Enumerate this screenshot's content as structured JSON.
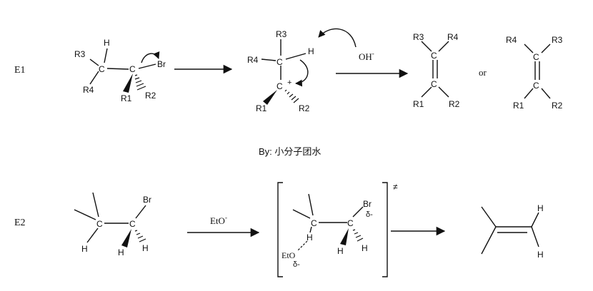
{
  "mechanism_e1": {
    "label": "E1",
    "reactant": {
      "c1": "C",
      "c2": "C",
      "h": "H",
      "r3": "R3",
      "r4": "R4",
      "r1": "R1",
      "r2": "R2",
      "leaving": "Br"
    },
    "carbocation": {
      "c1": "C",
      "c2": "C",
      "charge": "+",
      "h": "H",
      "r3": "R3",
      "r4": "R4",
      "r1": "R1",
      "r2": "R2"
    },
    "base": "OH-",
    "product_a": {
      "c1": "C",
      "c2": "C",
      "r3": "R3",
      "r4": "R4",
      "r1": "R1",
      "r2": "R2"
    },
    "or_text": "or",
    "product_b": {
      "c1": "C",
      "c2": "C",
      "r4": "R4",
      "r3": "R3",
      "r1": "R1",
      "r2": "R2"
    }
  },
  "credit": {
    "text": "By:  小分子团水"
  },
  "mechanism_e2": {
    "label": "E2",
    "reactant": {
      "c1": "C",
      "c2": "C",
      "h1": "H",
      "h2": "H",
      "h3": "H",
      "br": "Br"
    },
    "reagent": "EtO-",
    "transition_state": {
      "c1": "C",
      "c2": "C",
      "h_abstracted": "H",
      "h2": "H",
      "h3": "H",
      "br": "Br",
      "delta_br": "δ-",
      "eto": "EtO",
      "delta_eto": "δ-",
      "ts_mark": "≠"
    },
    "product": {
      "h1": "H",
      "h2": "H"
    }
  }
}
